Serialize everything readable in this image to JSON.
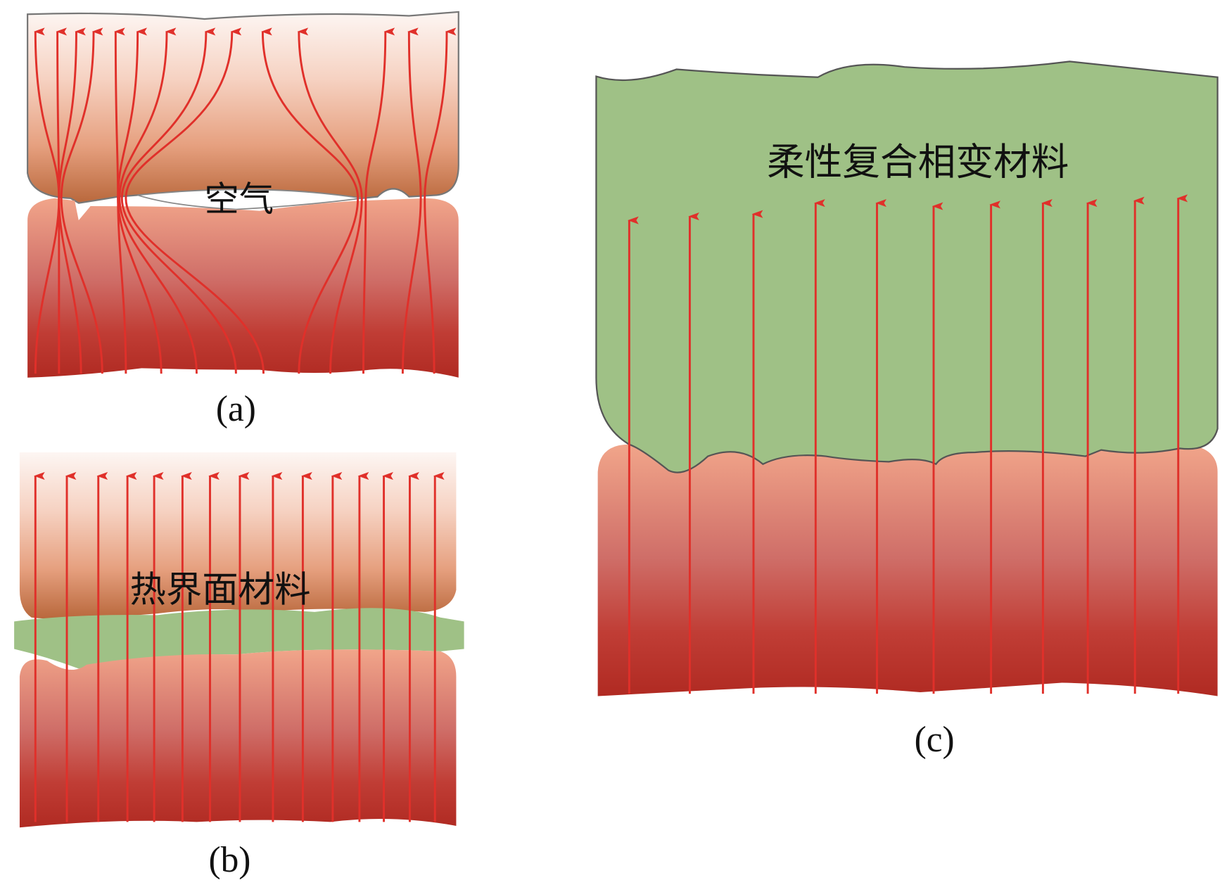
{
  "panels": {
    "a": {
      "caption": "(a)",
      "label": "空气"
    },
    "b": {
      "caption": "(b)",
      "label": "热界面材料"
    },
    "c": {
      "caption": "(c)",
      "label": "柔性复合相变材料"
    }
  },
  "colors": {
    "arrow": "#e0302a",
    "green": "#9fc186",
    "red_dark": "#b52a24",
    "pink_light": "#fbeee9"
  }
}
